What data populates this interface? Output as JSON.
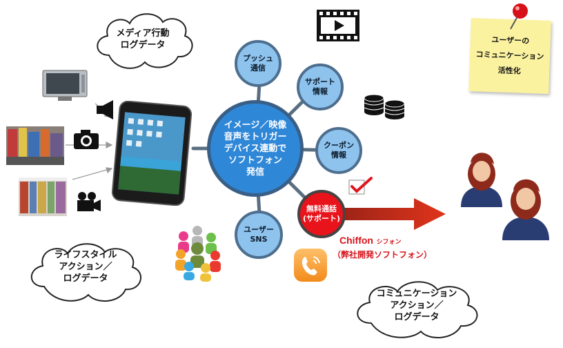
{
  "clouds": {
    "media": "メディア行動\nログデータ",
    "lifestyle": "ライフスタイル\nアクション／\nログデータ",
    "communication": "コミュニケーション\nアクション／\nログデータ"
  },
  "center": "イメージ／映像\n音声をトリガー\nデバイス連動で\nソフトフォン\n発信",
  "nodes": {
    "push": "プッシュ\n通信",
    "support": "サポート\n情報",
    "coupon": "クーポン\n情報",
    "sns": "ユーザー\nSNS",
    "free_call": "無料通話\n(サポート)"
  },
  "note": "ユーザーの\nコミュニケーション\n活性化",
  "chiffon": {
    "name": "Chiffon",
    "name_kana": "シフォン",
    "desc": "（弊社開発ソフトフォン）"
  },
  "colors": {
    "node_fill": "#8ec3ee",
    "center_fill": "#2f87d8",
    "accent_red": "#e8131b",
    "chiffon_text": "#d8141c"
  },
  "icons": [
    "tv-icon",
    "speaker-icon",
    "camera-icon",
    "video-camera-icon",
    "tablet-image",
    "film-icon",
    "coins-icon",
    "checkmark-icon",
    "phone-app-icon",
    "people-group-icon",
    "users-icon",
    "pushpin-icon"
  ]
}
